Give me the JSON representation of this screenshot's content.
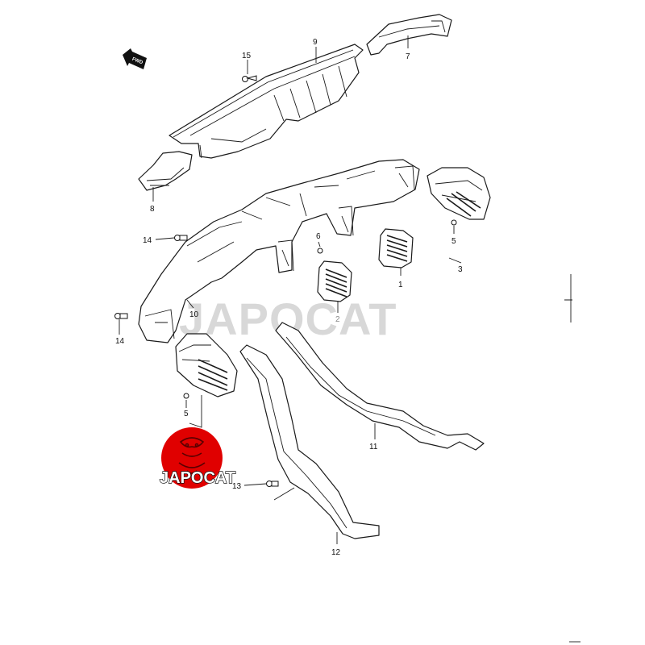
{
  "watermark_text": "JAPOCAT",
  "logo": {
    "text": "JAPOCAT",
    "color": "#e00000"
  },
  "fwd_label": "FWD",
  "callouts": {
    "p1": "1",
    "p2": "2",
    "p3": "3",
    "p5a": "5",
    "p5b": "5",
    "p6": "6",
    "p7": "7",
    "p8": "8",
    "p9": "9",
    "p10": "10",
    "p11": "11",
    "p12": "12",
    "p13": "13",
    "p14a": "14",
    "p14b": "14",
    "p15": "15"
  }
}
